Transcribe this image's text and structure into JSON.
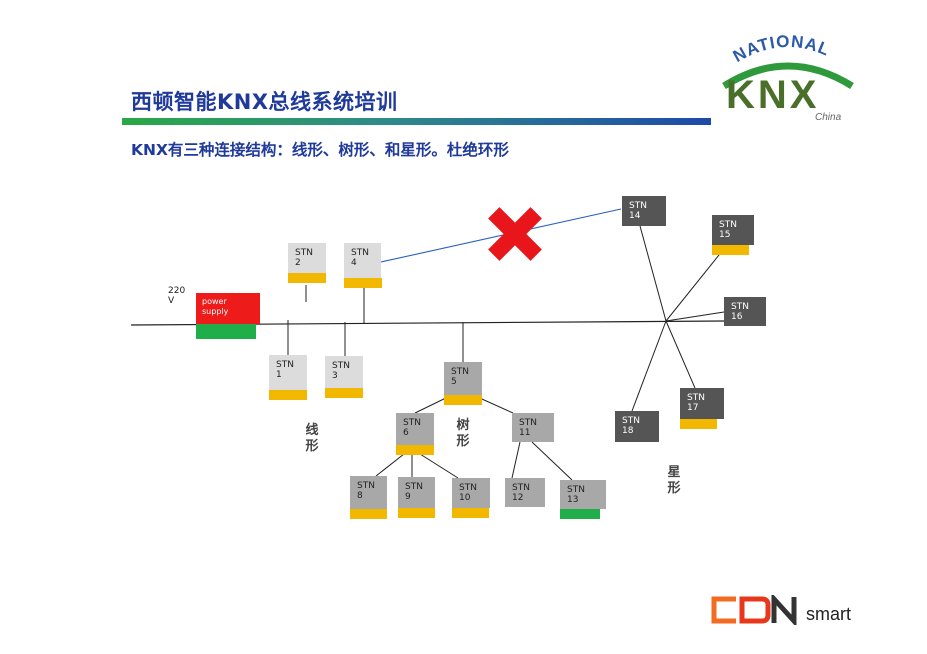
{
  "header": {
    "title": "西顿智能KNX总线系统培训",
    "subtitle": "KNX有三种连接结构：线形、树形、和星形。杜绝环形"
  },
  "logo": {
    "top": "NATIONAL",
    "main": "KNX",
    "sub": "China",
    "colors": {
      "arc": "#2e9a3c",
      "text": "#4a6f2a",
      "national": "#2b5aa8"
    }
  },
  "power": {
    "voltage": "220\nV",
    "label": "power\nsupply"
  },
  "captions": {
    "line": "线\n形",
    "tree": "树\n形",
    "star": "星\n形"
  },
  "nodes": [
    {
      "id": "stn1",
      "label": "STN\n1",
      "fill": "#dcdcdc",
      "foot": "#f2b800"
    },
    {
      "id": "stn2",
      "label": "STN\n2",
      "fill": "#dcdcdc",
      "foot": "#f2b800"
    },
    {
      "id": "stn3",
      "label": "STN\n3",
      "fill": "#dcdcdc",
      "foot": "#f2b800"
    },
    {
      "id": "stn4",
      "label": "STN\n4",
      "fill": "#dcdcdc",
      "foot": "#f2b800"
    },
    {
      "id": "stn5",
      "label": "STN\n5",
      "fill": "#a8a8a8",
      "foot": "#f2b800"
    },
    {
      "id": "stn6",
      "label": "STN\n6",
      "fill": "#a8a8a8",
      "foot": "#f2b800"
    },
    {
      "id": "stn8",
      "label": "STN\n8",
      "fill": "#a8a8a8",
      "foot": "#f2b800"
    },
    {
      "id": "stn9",
      "label": "STN\n9",
      "fill": "#a8a8a8",
      "foot": "#f2b800"
    },
    {
      "id": "stn10",
      "label": "STN\n10",
      "fill": "#a8a8a8",
      "foot": "#f2b800"
    },
    {
      "id": "stn11",
      "label": "STN\n11",
      "fill": "#a8a8a8",
      "foot": ""
    },
    {
      "id": "stn12",
      "label": "STN\n12",
      "fill": "#a8a8a8",
      "foot": ""
    },
    {
      "id": "stn13",
      "label": "STN\n13",
      "fill": "#a8a8a8",
      "foot": "#1fae4a"
    },
    {
      "id": "stn14",
      "label": "STN\n14",
      "fill": "#555555",
      "foot": ""
    },
    {
      "id": "stn15",
      "label": "STN\n15",
      "fill": "#555555",
      "foot": "#f2b800"
    },
    {
      "id": "stn16",
      "label": "STN\n16",
      "fill": "#555555",
      "foot": ""
    },
    {
      "id": "stn17",
      "label": "STN\n17",
      "fill": "#555555",
      "foot": "#f2b800"
    },
    {
      "id": "stn18",
      "label": "STN\n18",
      "fill": "#555555",
      "foot": ""
    }
  ],
  "brand": {
    "name": "CDN",
    "suffix": "smart",
    "colors": {
      "c": "#f26b21",
      "d": "#e8381b",
      "n": "#333333"
    }
  },
  "forbidden": {
    "color": "#e8161b"
  }
}
